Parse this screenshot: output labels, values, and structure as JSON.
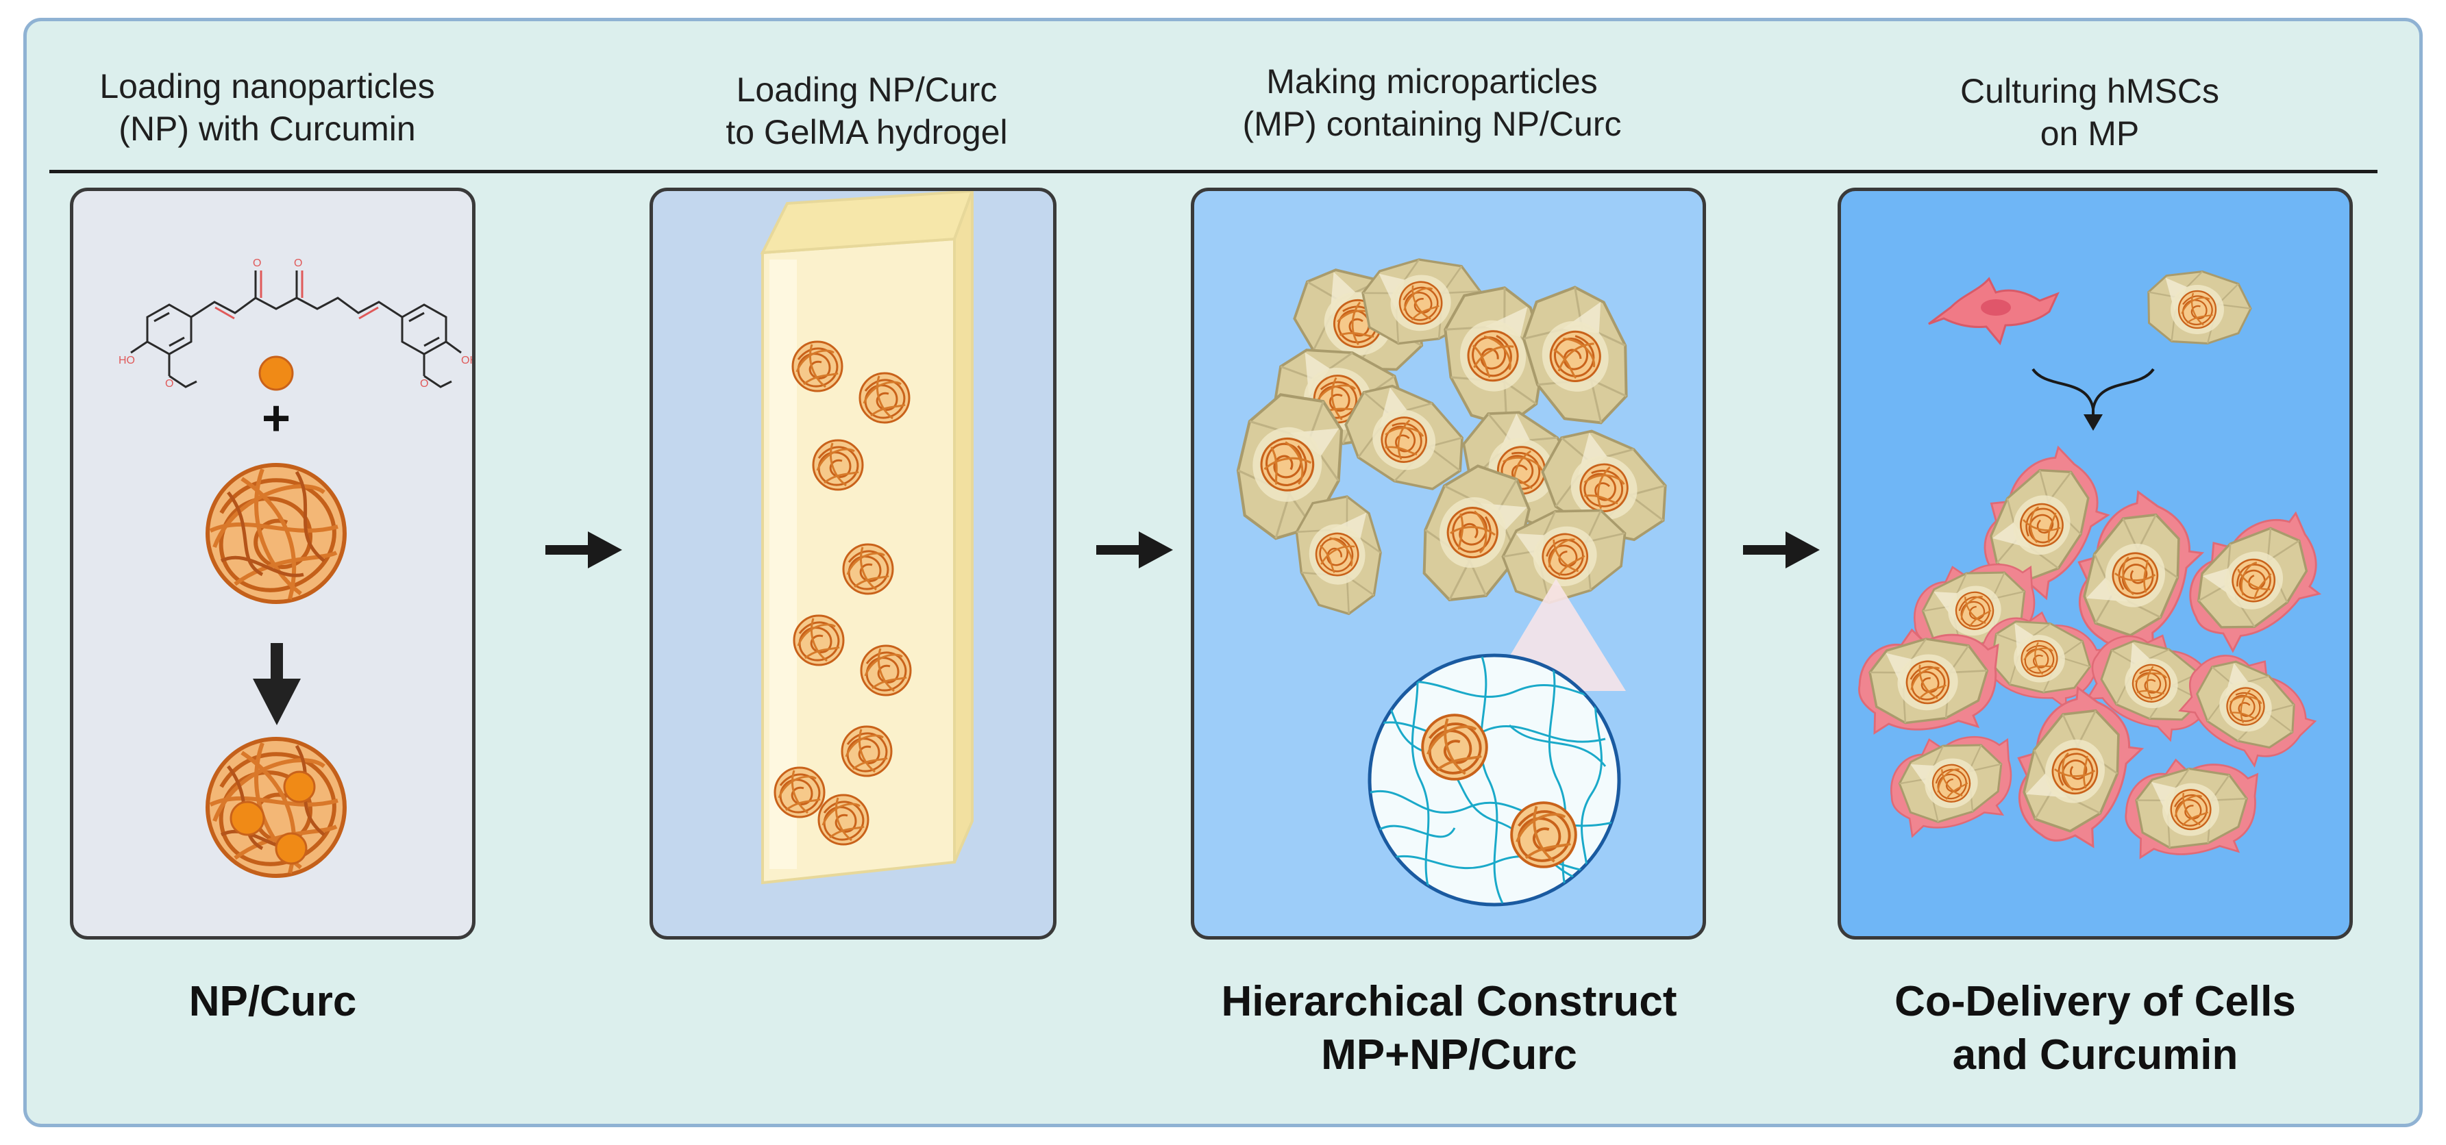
{
  "steps": [
    {
      "heading": "Loading nanoparticles\n(NP) with Curcumin",
      "caption": "NP/Curc",
      "background": "#e4e8ef"
    },
    {
      "heading": "Loading NP/Curc\nto GelMA hydrogel",
      "caption": "",
      "background": "#c3d7ee"
    },
    {
      "heading": "Making microparticles\n(MP) containing NP/Curc",
      "caption": "Hierarchical Construct\nMP+NP/Curc",
      "background": "#9dcdf9"
    },
    {
      "heading": "Culturing  hMSCs\non MP",
      "caption": "Co-Delivery of Cells\nand Curcumin",
      "background": "#6fb6f6"
    }
  ],
  "molecule_atom_labels": [
    "HO",
    "O",
    "O",
    "OH",
    "O",
    "O"
  ],
  "plus_sign": "+",
  "colors": {
    "frame_fill": "#dcefed",
    "frame_border": "#8fb2d3",
    "nanoparticle": "#d2691e",
    "hydrogel": "#fbf0c8",
    "microparticle": "#d9cc9c",
    "cell": "#f07a86",
    "mesh": "#1aa9c9"
  },
  "icons": [
    "curcumin-molecule-icon",
    "nanoparticle-icon",
    "hydrogel-block-icon",
    "microparticle-icon",
    "hmsc-cell-icon",
    "mesh-zoom-icon"
  ]
}
